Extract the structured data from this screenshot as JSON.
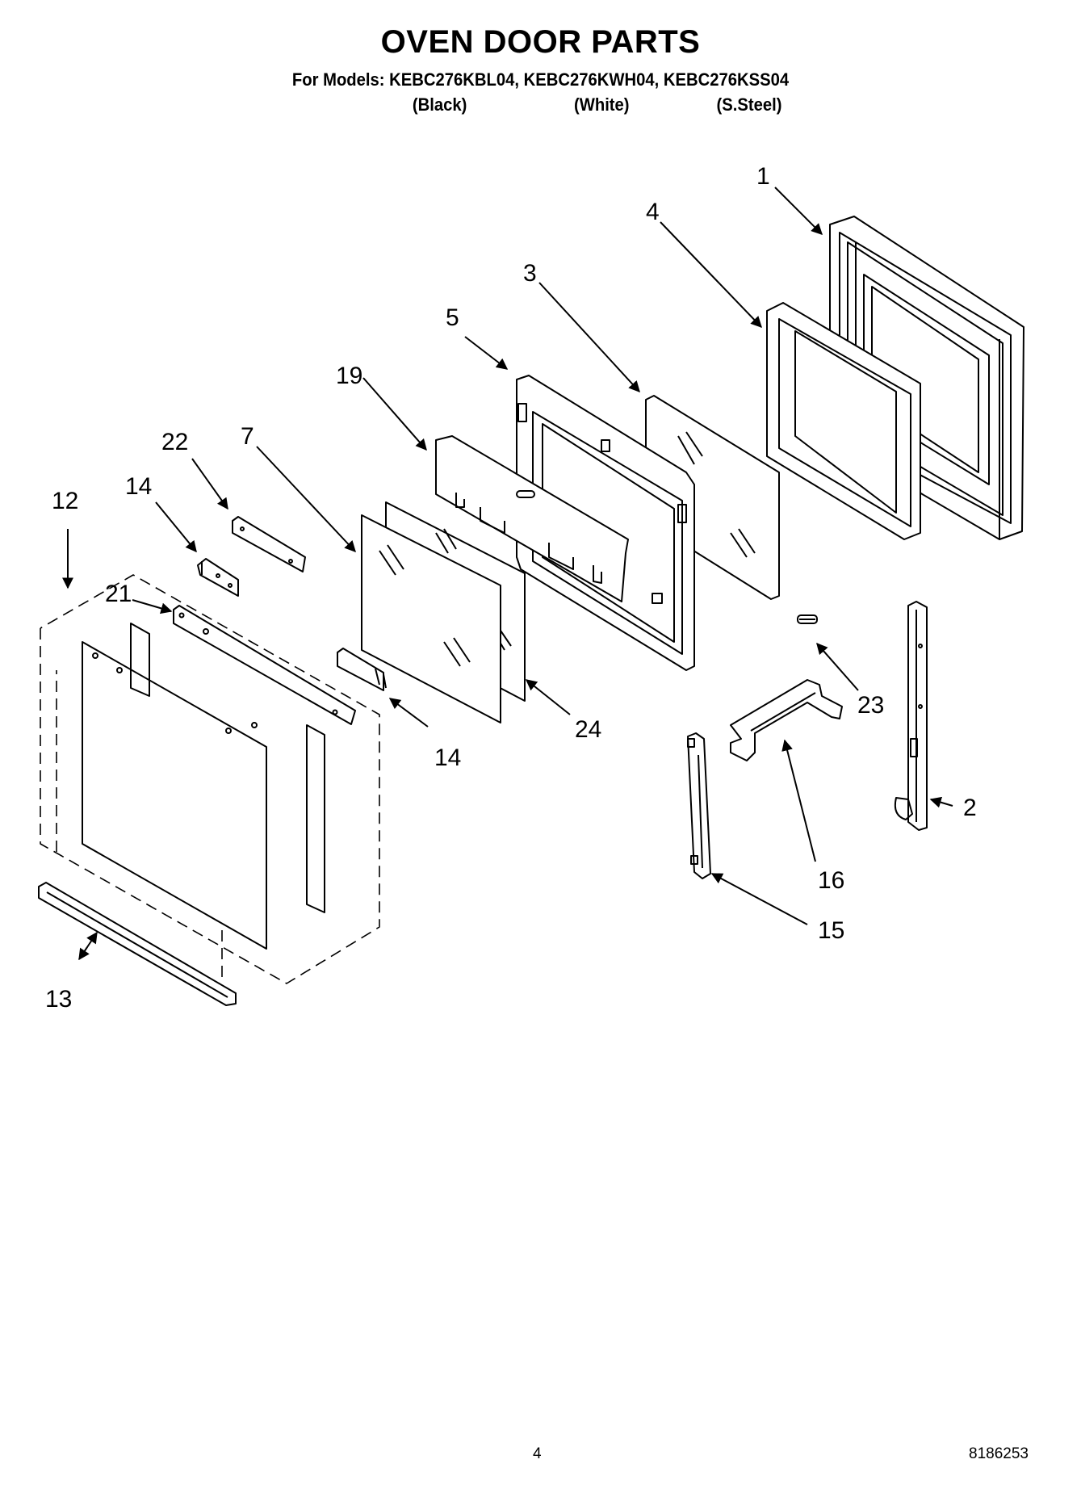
{
  "header": {
    "title": "OVEN DOOR PARTS",
    "models_line": "For Models: KEBC276KBL04, KEBC276KWH04, KEBC276KSS04",
    "variants": [
      "(Black)",
      "(White)",
      "(S.Steel)"
    ]
  },
  "callouts": {
    "c1": "1",
    "c2": "2",
    "c3": "3",
    "c4": "4",
    "c5": "5",
    "c7": "7",
    "c12": "12",
    "c13": "13",
    "c14a": "14",
    "c14b": "14",
    "c15": "15",
    "c16": "16",
    "c19": "19",
    "c21": "21",
    "c22": "22",
    "c23": "23",
    "c24": "24"
  },
  "footer": {
    "page_number": "4",
    "document_number": "8186253"
  }
}
